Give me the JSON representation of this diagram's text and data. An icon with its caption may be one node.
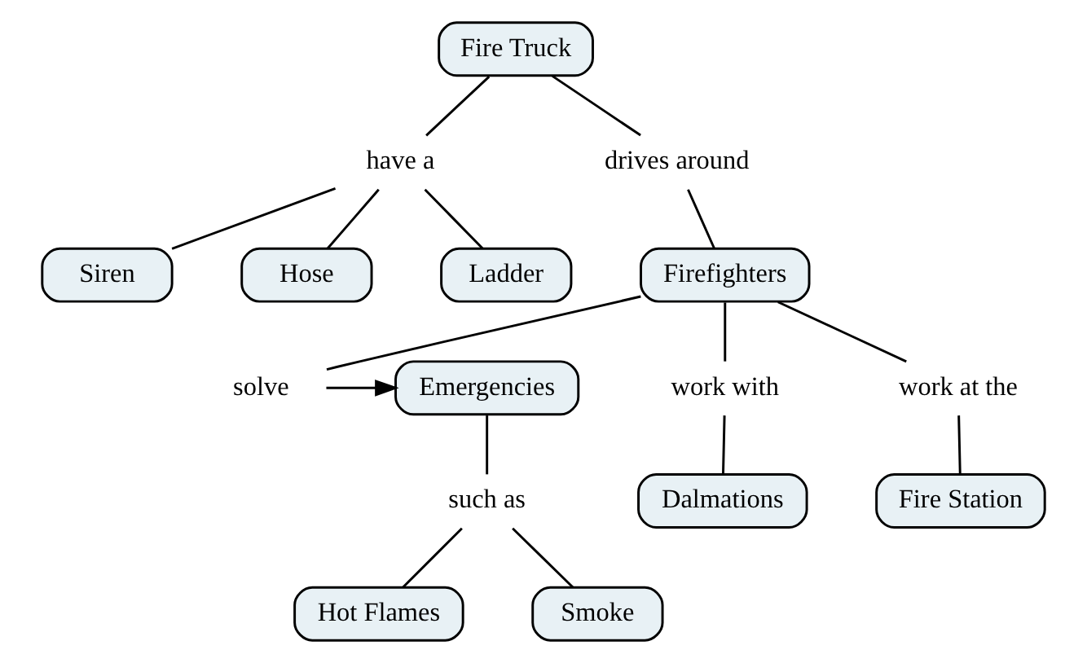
{
  "diagram": {
    "nodes": [
      {
        "text": [
          "Fire Truck"
        ]
      },
      {
        "text": [
          "have a"
        ]
      },
      {
        "text": [
          "drives around"
        ]
      },
      {
        "text": [
          "Firefighters"
        ]
      },
      {
        "text": [
          "Ladder"
        ]
      },
      {
        "text": [
          "Siren"
        ]
      },
      {
        "text": [
          "Hose"
        ]
      },
      {
        "text": [
          "solve"
        ]
      },
      {
        "text": [
          "Emergencies"
        ]
      },
      {
        "text": [
          "work with"
        ]
      },
      {
        "text": [
          "work at the"
        ]
      },
      {
        "text": [
          "such as"
        ]
      },
      {
        "text": [
          "Dalmations"
        ]
      },
      {
        "text": [
          "Fire Station"
        ]
      },
      {
        "text": [
          "Hot Flames"
        ]
      },
      {
        "text": [
          "Smoke"
        ]
      }
    ],
    "edges": [
      {
        "from": 0,
        "to": 1,
        "arrow": "none"
      },
      {
        "from": 0,
        "to": 2,
        "arrow": "none"
      },
      {
        "from": 1,
        "to": 4,
        "arrow": "none"
      },
      {
        "from": 1,
        "to": 5,
        "arrow": "none"
      },
      {
        "from": 1,
        "to": 6,
        "arrow": "none"
      },
      {
        "from": 2,
        "to": 3,
        "arrow": "none"
      },
      {
        "from": 3,
        "to": 7,
        "arrow": "none"
      },
      {
        "from": 7,
        "to": 8,
        "arrow": "to"
      },
      {
        "from": 3,
        "to": 9,
        "arrow": "none"
      },
      {
        "from": 3,
        "to": 10,
        "arrow": "none"
      },
      {
        "from": 8,
        "to": 11,
        "arrow": "none"
      },
      {
        "from": 9,
        "to": 12,
        "arrow": "none"
      },
      {
        "from": 10,
        "to": 13,
        "arrow": "none"
      },
      {
        "from": 11,
        "to": 14,
        "arrow": "none"
      },
      {
        "from": 11,
        "to": 15,
        "arrow": "none"
      }
    ]
  }
}
